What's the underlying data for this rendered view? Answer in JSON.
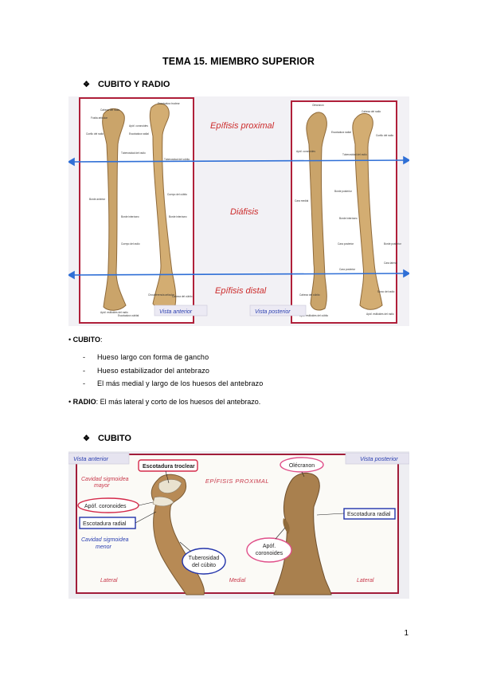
{
  "page": {
    "title": "TEMA 15. MIEMBRO SUPERIOR",
    "number": "1"
  },
  "section1": {
    "bullet_icon": "diamond-bullet-icon",
    "heading": "CUBITO Y RADIO"
  },
  "figure1": {
    "band_top": "Epífisis proximal",
    "band_mid": "Diáfisis",
    "band_bottom": "Epífisis distal",
    "view_anterior": "Vista anterior",
    "view_posterior": "Vista posterior",
    "colors": {
      "frame": "#b0203a",
      "band_text": "#cc2b2b",
      "arrow": "#2f6fd6",
      "bone": "#caa46a",
      "bone_shade": "#8f6a3a",
      "panel": "#f2f1f5"
    }
  },
  "cubito": {
    "label": "CUBITO",
    "colon": ":",
    "items": [
      "Hueso largo con forma de gancho",
      "Hueso estabilizador del antebrazo",
      "El más medial y largo de los huesos del antebrazo"
    ]
  },
  "radio": {
    "label": "RADIO",
    "text": ": El más lateral y corto de los huesos del antebrazo."
  },
  "section2": {
    "bullet_icon": "diamond-bullet-icon",
    "heading": "CUBITO"
  },
  "figure2": {
    "view_anterior": "Vista anterior",
    "view_posterior": "Vista posterior",
    "escotadura_troclear": "Escotadura troclear",
    "cavidad_mayor_1": "Cavidad sigmoidea",
    "cavidad_mayor_2": "mayor",
    "apof_coronoides": "Apóf. coronoides",
    "escotadura_radial": "Escotadura radial",
    "cavidad_menor_1": "Cavidad sigmoidea",
    "cavidad_menor_2": "menor",
    "tuberosidad_1": "Tuberosidad",
    "tuberosidad_2": "del cúbito",
    "epifisis": "EPÍFISIS PROXIMAL",
    "olecranon": "Olécranon",
    "escotadura_radial_right": "Escotadura radial",
    "apof_right_1": "Apóf.",
    "apof_right_2": "coronoides",
    "lateral_left": "Lateral",
    "medial": "Medial",
    "lateral_right": "Lateral",
    "colors": {
      "frame": "#a11d3a",
      "red_ellipse": "#d42a4a",
      "pink_ellipse": "#e0508a",
      "blue_box": "#2233aa",
      "italic_red": "#c8384a",
      "italic_blue": "#2a3fb0",
      "bg": "#fbfaf6"
    }
  }
}
